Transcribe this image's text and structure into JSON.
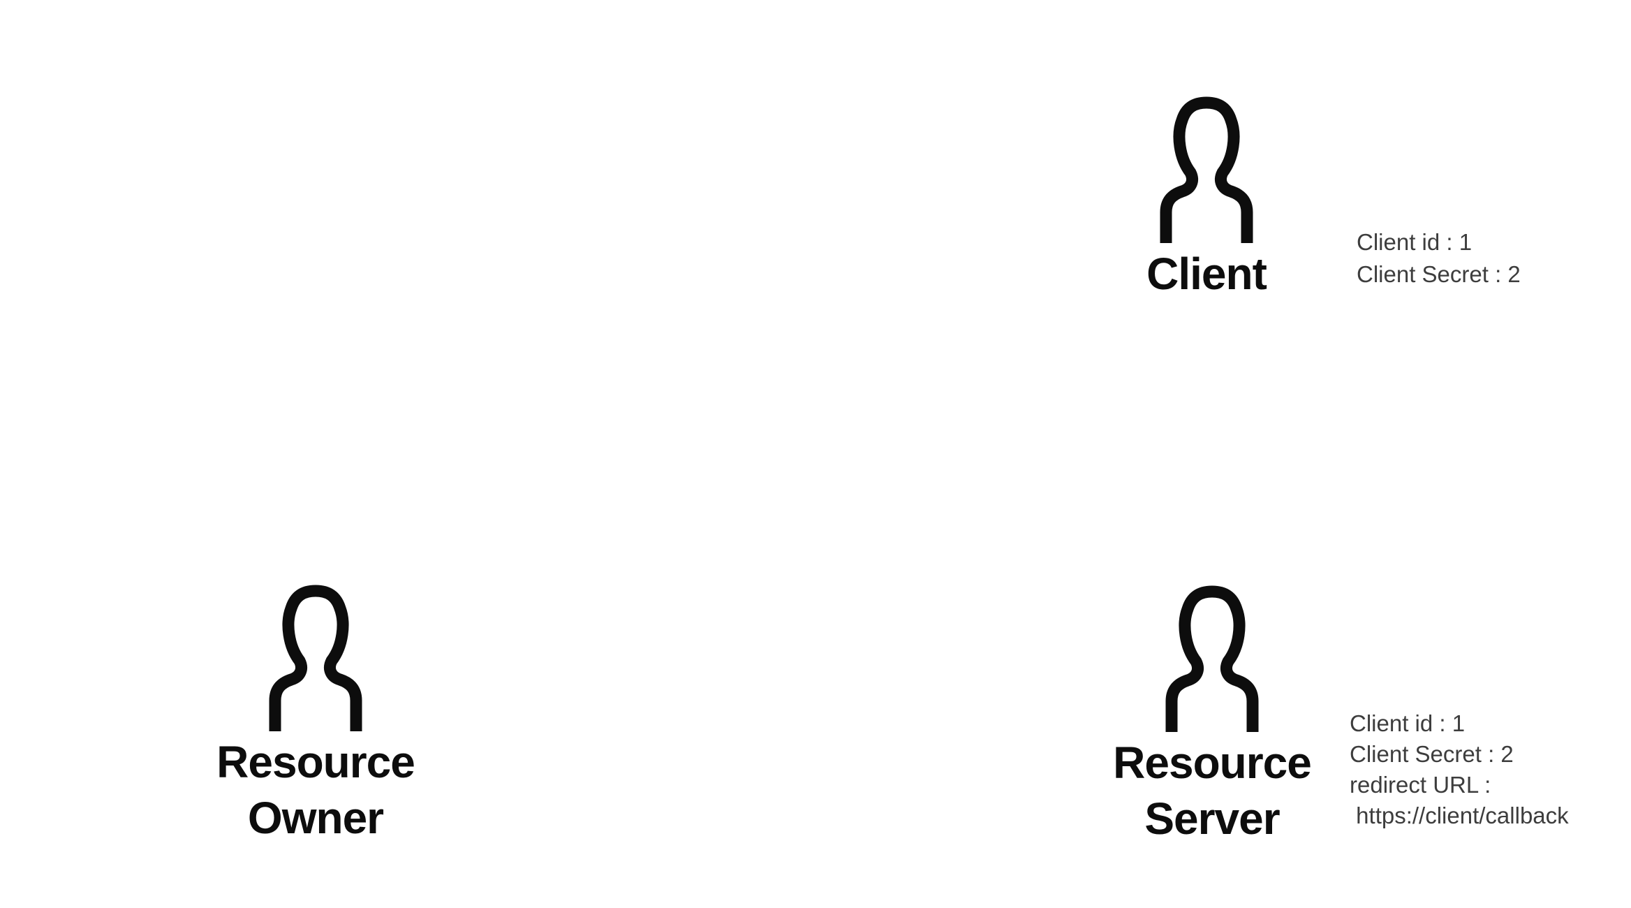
{
  "page": {
    "background_color": "#ffffff"
  },
  "colors": {
    "icon_stroke": "#0d0d0d",
    "label_text": "#0d0d0d",
    "info_text": "#3d3d3d"
  },
  "entities": {
    "client": {
      "label": "Client",
      "icon": "person-icon",
      "info_lines": [
        "Client id : 1",
        "Client Secret : 2"
      ]
    },
    "resource_owner": {
      "label_line1": "Resource",
      "label_line2": "Owner",
      "icon": "person-icon"
    },
    "resource_server": {
      "label_line1": "Resource",
      "label_line2": "Server",
      "icon": "person-icon",
      "info_lines": [
        "Client id : 1",
        "Client Secret : 2",
        "redirect URL :",
        " https://client/callback"
      ]
    }
  }
}
